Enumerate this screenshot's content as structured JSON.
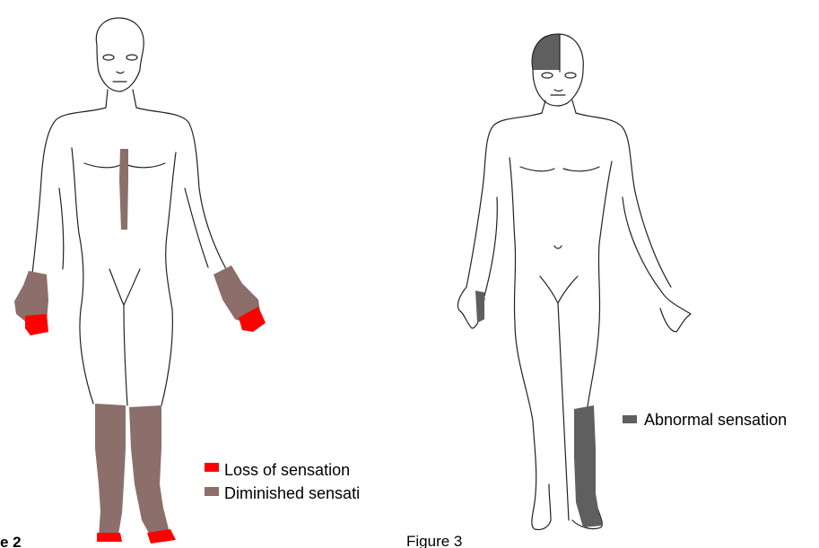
{
  "colors": {
    "loss": "#ff0000",
    "diminished": "#8c6e6a",
    "abnormal": "#5f5f5f"
  },
  "figure2": {
    "caption": "e 2",
    "legend": [
      {
        "label": "Loss of sensation",
        "color": "#ff0000"
      },
      {
        "label": "Diminished sensati",
        "color": "#8c6e6a"
      }
    ]
  },
  "figure3": {
    "caption": "Figure 3",
    "legend": [
      {
        "label": "Abnormal sensation",
        "color": "#5f5f5f"
      }
    ]
  }
}
